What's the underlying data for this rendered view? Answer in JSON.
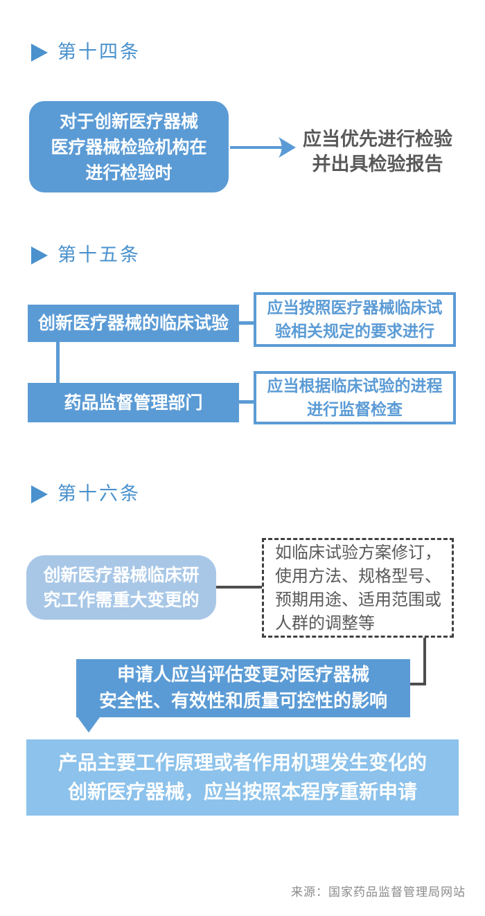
{
  "colors": {
    "primary_blue": "#5b9bd5",
    "light_blue_rounded": "#a8c7e7",
    "sky_blue_conclusion": "#8cc2eb",
    "header_blue": "#4a91cd",
    "dark_gray_text": "#595959",
    "connector_gray": "#4d4d4d",
    "source_gray": "#8a8a8a",
    "background": "#ffffff"
  },
  "article14": {
    "header": "第十四条",
    "subject_lines": [
      "对于创新医疗器械",
      "医疗器械检验机构在",
      "进行检验时"
    ],
    "result_lines": [
      "应当优先进行检验",
      "并出具检验报告"
    ]
  },
  "article15": {
    "header": "第十五条",
    "row1": {
      "subject": "创新医疗器械的临床试验",
      "requirement_lines": [
        "应当按照医疗器械临床试",
        "验相关规定的要求进行"
      ]
    },
    "row2": {
      "subject": "药品监督管理部门",
      "requirement_lines": [
        "应当根据临床试验的进程",
        "进行监督检查"
      ]
    }
  },
  "article16": {
    "header": "第十六条",
    "condition_lines": [
      "创新医疗器械临床研",
      "究工作需重大变更的"
    ],
    "example_lines": [
      "如临床试验方案修订，",
      "使用方法、规格型号、",
      "预期用途、适用范围或",
      "人群的调整等"
    ],
    "assessment_lines": [
      "申请人应当评估变更对医疗器械",
      "安全性、有效性和质量可控性的影响"
    ],
    "conclusion_lines": [
      "产品主要工作原理或者作用机理发生变化的",
      "创新医疗器械，应当按照本程序重新申请"
    ]
  },
  "footer": {
    "source": "来源：国家药品监督管理局网站"
  }
}
